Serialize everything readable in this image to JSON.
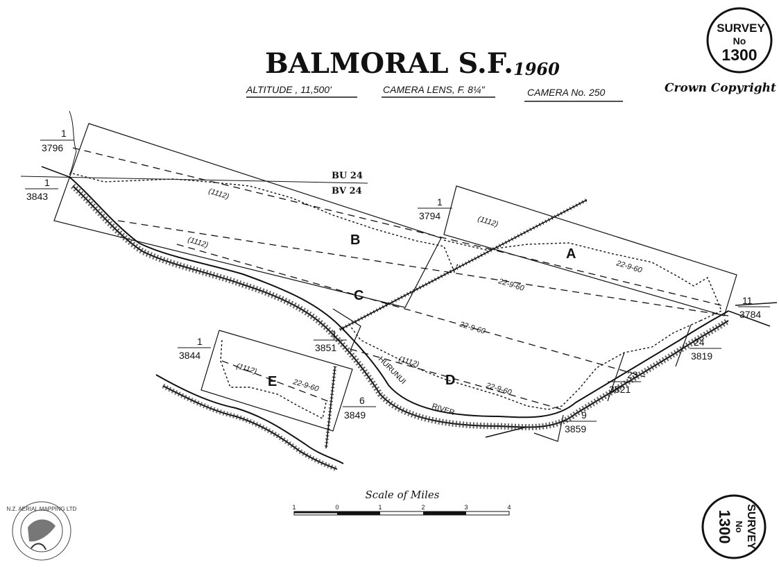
{
  "header": {
    "title": "BALMORAL S.F.",
    "year": "1960",
    "altitude": "ALTITUDE , 11,500'",
    "lens": "CAMERA LENS, F. 8¼\"",
    "camera": "CAMERA No. 250",
    "copyright": "Crown Copyright"
  },
  "stamp_top": {
    "line1": "SURVEY",
    "line2": "No",
    "line3": "1300"
  },
  "stamp_bottom": {
    "line1": "SURVEY",
    "line2": "No",
    "line3": "1300"
  },
  "grid_lines": {
    "upper": "BU 24",
    "lower": "BV 24"
  },
  "runs": [
    {
      "letter": "B",
      "date": "(1112)"
    },
    {
      "letter": "A",
      "date": "22-9-60"
    },
    {
      "letter": "C",
      "date": "22-9-60"
    },
    {
      "letter": "D",
      "date": "22-9-60"
    },
    {
      "letter": "E",
      "date": "22-9-60"
    }
  ],
  "run_labels": {
    "a_1112": "(1112)",
    "b_1112": "(1112)",
    "c_1112": "(1112)",
    "d_1112": "(1112)",
    "e_1112": "(1112)",
    "a_date": "22-9-60",
    "c_date1": "22-9-60",
    "c_date2": "22-9-60",
    "d_date": "22-9-60",
    "e_date": "22-9-60"
  },
  "photo_ids": [
    {
      "top": "1",
      "bottom": "3796"
    },
    {
      "top": "1",
      "bottom": "3843"
    },
    {
      "top": "1",
      "bottom": "3794"
    },
    {
      "top": "11",
      "bottom": "3784"
    },
    {
      "top": "1",
      "bottom": "3851"
    },
    {
      "top": "24",
      "bottom": "3819"
    },
    {
      "top": "23",
      "bottom": "3821"
    },
    {
      "top": "9",
      "bottom": "3859"
    },
    {
      "top": "1",
      "bottom": "3844"
    },
    {
      "top": "6",
      "bottom": "3849"
    }
  ],
  "river": {
    "line1": "HURUNUI",
    "line2": "RIVER"
  },
  "scale": {
    "title": "Scale of Miles",
    "ticks": [
      "1",
      "0",
      "1",
      "2",
      "3",
      "4"
    ]
  },
  "logo": {
    "text": "N.Z. AERIAL MAPPING LTD"
  }
}
